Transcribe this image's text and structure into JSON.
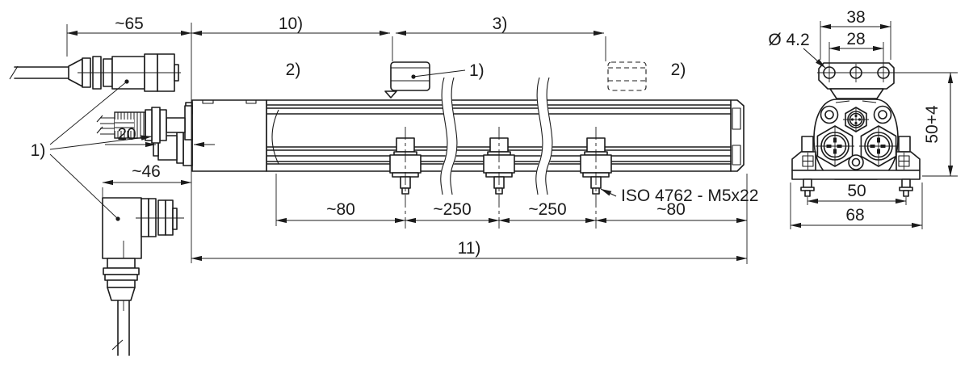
{
  "drawing": {
    "refs": {
      "r1": "1)",
      "r1_magnet": "1)",
      "r2_left": "2)",
      "r2_right": "2)"
    },
    "dims": {
      "connector_length": "~65",
      "left_zone": "10)",
      "range": "3)",
      "protrusion": "20",
      "angled_width": "~46",
      "seg_left": "~80",
      "seg_mid1": "~250",
      "seg_mid2": "~250",
      "seg_right": "~80",
      "total": "11)",
      "plate_width": "38",
      "hole_spacing": "28",
      "hole_dia": "Ø 4.2",
      "height": "50+4",
      "screw_spacing": "50",
      "base_width": "68"
    },
    "notes": {
      "screw_spec": "ISO 4762 - M5x22"
    },
    "colors": {
      "line": "#1b1b1b",
      "bg": "#ffffff"
    }
  }
}
